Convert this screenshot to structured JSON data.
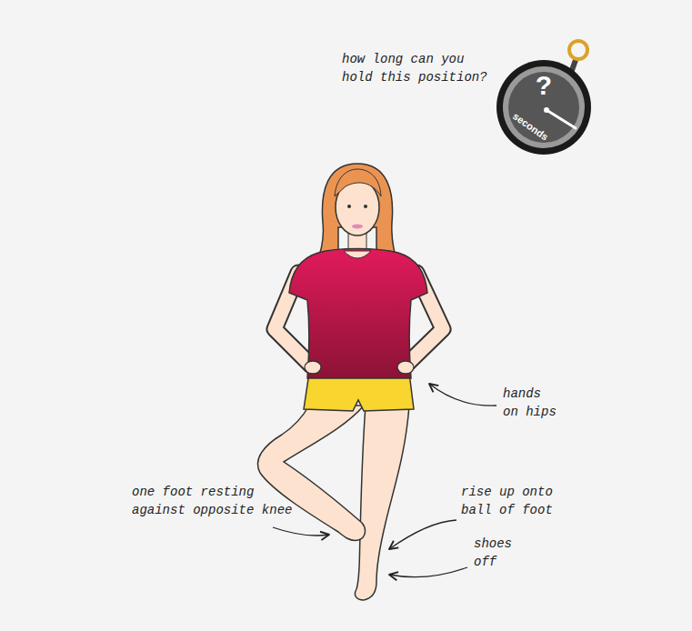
{
  "diagram": {
    "nodes": [
      {
        "text": [
          "?",
          "seconds"
        ]
      }
    ],
    "labels": [
      "how long can you hold this position?",
      "hands on hips",
      "one foot resting against opposite knee",
      "rise up onto ball of foot",
      "shoes off"
    ]
  }
}
